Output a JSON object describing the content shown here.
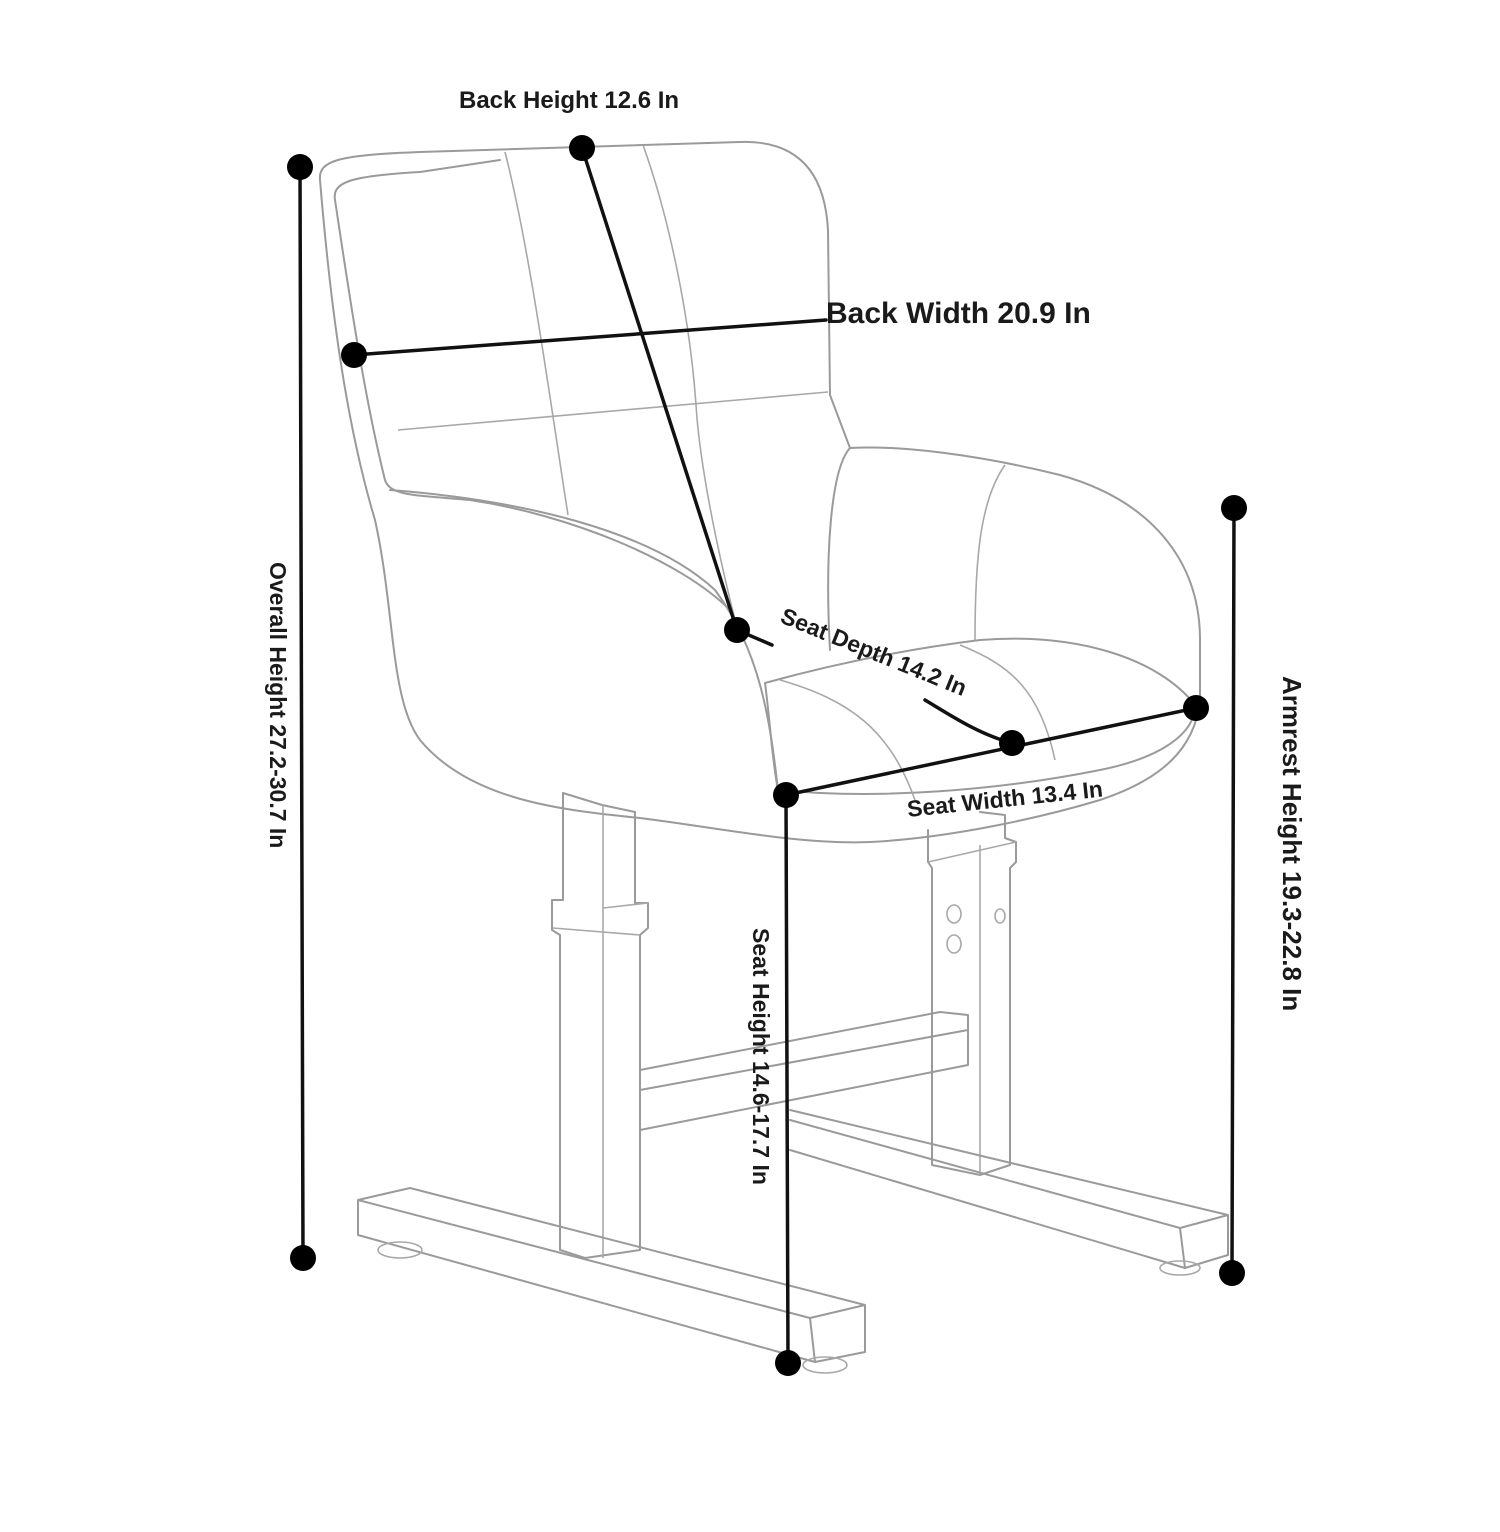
{
  "labels": {
    "back_height": "Back Height 12.6 In",
    "back_width": "Back Width 20.9 In",
    "overall_height": "Overall Height 27.2-30.7 In",
    "seat_depth": "Seat Depth 14.2 In",
    "seat_width": "Seat Width 13.4 In",
    "seat_height": "Seat Height 14.6-17.7 In",
    "armrest_height": "Armrest Height 19.3-22.8 In"
  },
  "colors": {
    "outline": "#9a9a9a",
    "dimension_line": "#111111",
    "marker": "#000000"
  }
}
